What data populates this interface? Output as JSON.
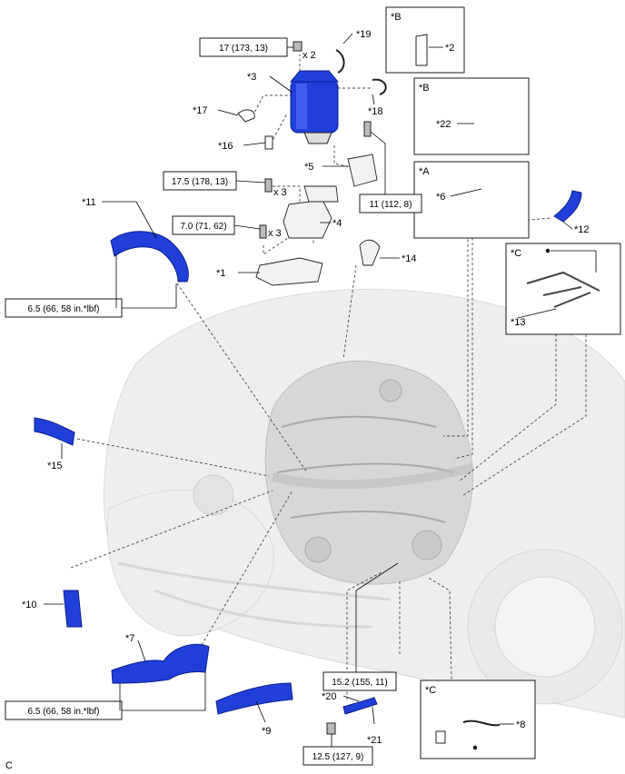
{
  "callouts": {
    "c1": "*1",
    "c2": "*2",
    "c3": "*3",
    "c4": "*4",
    "c5": "*5",
    "c6": "*6",
    "c7": "*7",
    "c8": "*8",
    "c9": "*9",
    "c10": "*10",
    "c11": "*11",
    "c12": "*12",
    "c13": "*13",
    "c14": "*14",
    "c15": "*15",
    "c16": "*16",
    "c17": "*17",
    "c18": "*18",
    "c19": "*19",
    "c20": "*20",
    "c21": "*21",
    "c22": "*22"
  },
  "torque": {
    "t17": "17 (173, 13)",
    "t175": "17.5 (178, 13)",
    "t70": "7.0 (71, 62)",
    "t11": "11 (112, 8)",
    "t65a": "6.5 (66, 58 in.*lbf)",
    "t65b": "6.5 (66, 58 in.*lbf)",
    "t152": "15.2 (155, 11)",
    "t125": "12.5 (127, 9)"
  },
  "quantities": {
    "x2": "x 2",
    "x3a": "x 3",
    "x3b": "x 3"
  },
  "insets": {
    "b_top": "*B",
    "b_mid": "*B",
    "a": "*A",
    "c_right": "*C",
    "c_bottom": "*C"
  },
  "corner_mark": "C",
  "colors": {
    "hose": "#1f3fd8",
    "engine": "#d7d7d7"
  }
}
